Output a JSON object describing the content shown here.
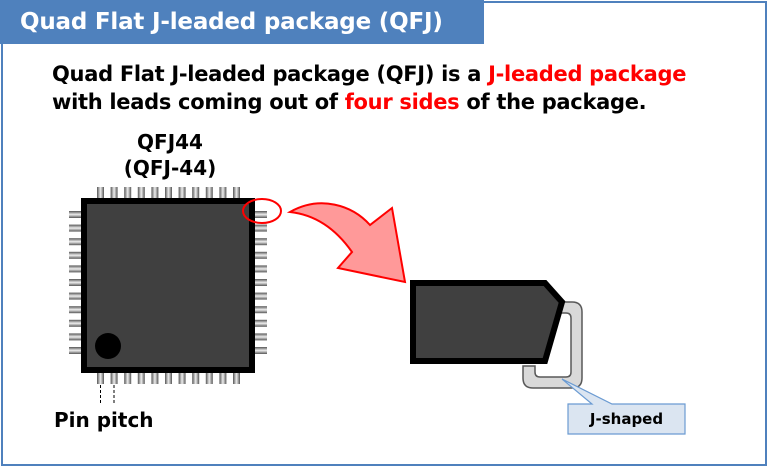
{
  "title": "Quad Flat J-leaded package (QFJ)",
  "description": {
    "line1_plain": "Quad Flat J-leaded package (QFJ) is a ",
    "line1_highlight": "J-leaded package",
    "line2_plain_a": "with leads coming out of ",
    "line2_highlight": "four sides",
    "line2_plain_b": " of the package."
  },
  "package": {
    "name": "QFJ44",
    "alt_name": "(QFJ-44)",
    "pins_per_side": 11,
    "total_pins": 44
  },
  "labels": {
    "pin_pitch": "Pin pitch",
    "lead_shape": "J-shaped"
  },
  "colors": {
    "header": "#4f81bd",
    "highlight": "#ff0000",
    "chip_body": "#404040",
    "arrow_fill": "#ff9999",
    "callout_fill": "#dbe5f1"
  }
}
